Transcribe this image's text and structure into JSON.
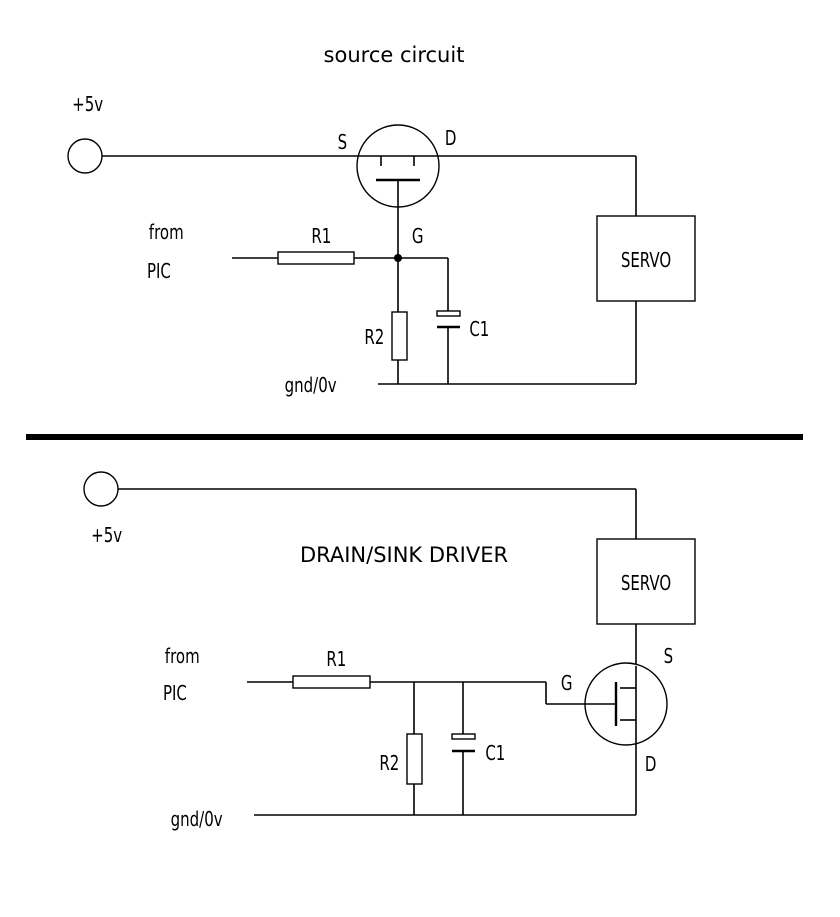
{
  "top_circuit": {
    "title": "source circuit",
    "supply_label": "+5v",
    "ground_label": "gnd/0v",
    "input_label_line1": "from",
    "input_label_line2": "PIC",
    "resistor1_label": "R1",
    "resistor2_label": "R2",
    "capacitor_label": "C1",
    "load_label": "SERVO",
    "source_label": "S",
    "drain_label": "D",
    "gate_label": "G"
  },
  "bottom_circuit": {
    "title": "DRAIN/SINK DRIVER",
    "supply_label": "+5v",
    "ground_label": "gnd/0v",
    "input_label_line1": "from",
    "input_label_line2": "PIC",
    "resistor1_label": "R1",
    "resistor2_label": "R2",
    "capacitor_label": "C1",
    "load_label": "SERVO",
    "source_label": "S",
    "drain_label": "D",
    "gate_label": "G"
  }
}
